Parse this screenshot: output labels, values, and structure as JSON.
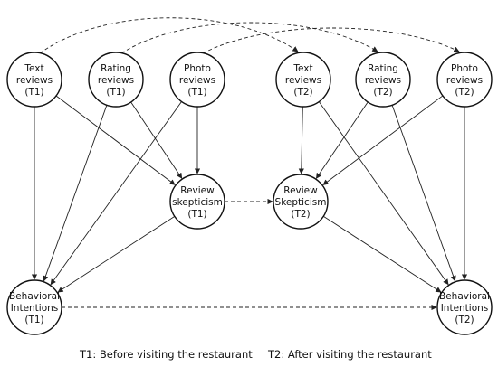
{
  "nodes": [
    {
      "id": "text_t1",
      "lines": [
        "Text",
        "reviews",
        "(T1)"
      ]
    },
    {
      "id": "rating_t1",
      "lines": [
        "Rating",
        "reviews",
        "(T1)"
      ]
    },
    {
      "id": "photo_t1",
      "lines": [
        "Photo",
        "reviews",
        "(T1)"
      ]
    },
    {
      "id": "text_t2",
      "lines": [
        "Text",
        "reviews",
        "(T2)"
      ]
    },
    {
      "id": "rating_t2",
      "lines": [
        "Rating",
        "reviews",
        "(T2)"
      ]
    },
    {
      "id": "photo_t2",
      "lines": [
        "Photo",
        "reviews",
        "(T2)"
      ]
    },
    {
      "id": "skept_t1",
      "lines": [
        "Review",
        "skepticism",
        "(T1)"
      ]
    },
    {
      "id": "skept_t2",
      "lines": [
        "Review",
        "Skepticism",
        "(T2)"
      ]
    },
    {
      "id": "bi_t1",
      "lines": [
        "Behavioral",
        "Intentions",
        "(T1)"
      ]
    },
    {
      "id": "bi_t2",
      "lines": [
        "Behavioral",
        "Intentions",
        "(T2)"
      ]
    }
  ],
  "edges": [
    {
      "from": "text_t1",
      "to": "skept_t1",
      "style": "solid"
    },
    {
      "from": "rating_t1",
      "to": "skept_t1",
      "style": "solid"
    },
    {
      "from": "photo_t1",
      "to": "skept_t1",
      "style": "solid"
    },
    {
      "from": "text_t1",
      "to": "bi_t1",
      "style": "solid"
    },
    {
      "from": "rating_t1",
      "to": "bi_t1",
      "style": "solid"
    },
    {
      "from": "photo_t1",
      "to": "bi_t1",
      "style": "solid"
    },
    {
      "from": "skept_t1",
      "to": "bi_t1",
      "style": "solid"
    },
    {
      "from": "text_t2",
      "to": "skept_t2",
      "style": "solid"
    },
    {
      "from": "rating_t2",
      "to": "skept_t2",
      "style": "solid"
    },
    {
      "from": "photo_t2",
      "to": "skept_t2",
      "style": "solid"
    },
    {
      "from": "text_t2",
      "to": "bi_t2",
      "style": "solid"
    },
    {
      "from": "rating_t2",
      "to": "bi_t2",
      "style": "solid"
    },
    {
      "from": "photo_t2",
      "to": "bi_t2",
      "style": "solid"
    },
    {
      "from": "skept_t2",
      "to": "bi_t2",
      "style": "solid"
    },
    {
      "from": "skept_t1",
      "to": "skept_t2",
      "style": "dashed"
    },
    {
      "from": "bi_t1",
      "to": "bi_t2",
      "style": "dashed"
    },
    {
      "from": "text_t1",
      "to": "text_t2",
      "style": "dashed"
    },
    {
      "from": "rating_t1",
      "to": "rating_t2",
      "style": "dashed"
    },
    {
      "from": "photo_t1",
      "to": "photo_t2",
      "style": "dashed"
    }
  ],
  "legend": {
    "t1": "T1: Before visiting the restaurant",
    "t2": "T2: After visiting the restaurant"
  }
}
